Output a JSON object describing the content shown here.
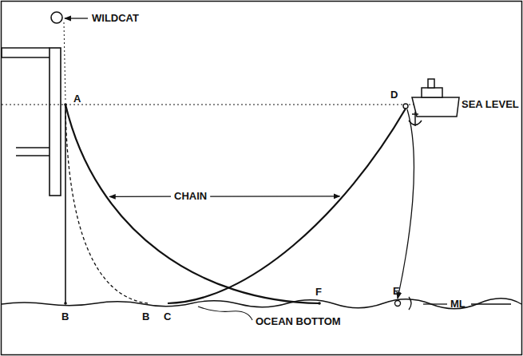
{
  "diagram": {
    "labels": [
      "WILDCAT",
      "A",
      "D",
      "SEA LEVEL",
      "CHAIN",
      "F",
      "E",
      "ML",
      "B",
      "B",
      "C",
      "OCEAN BOTTOM"
    ]
  }
}
